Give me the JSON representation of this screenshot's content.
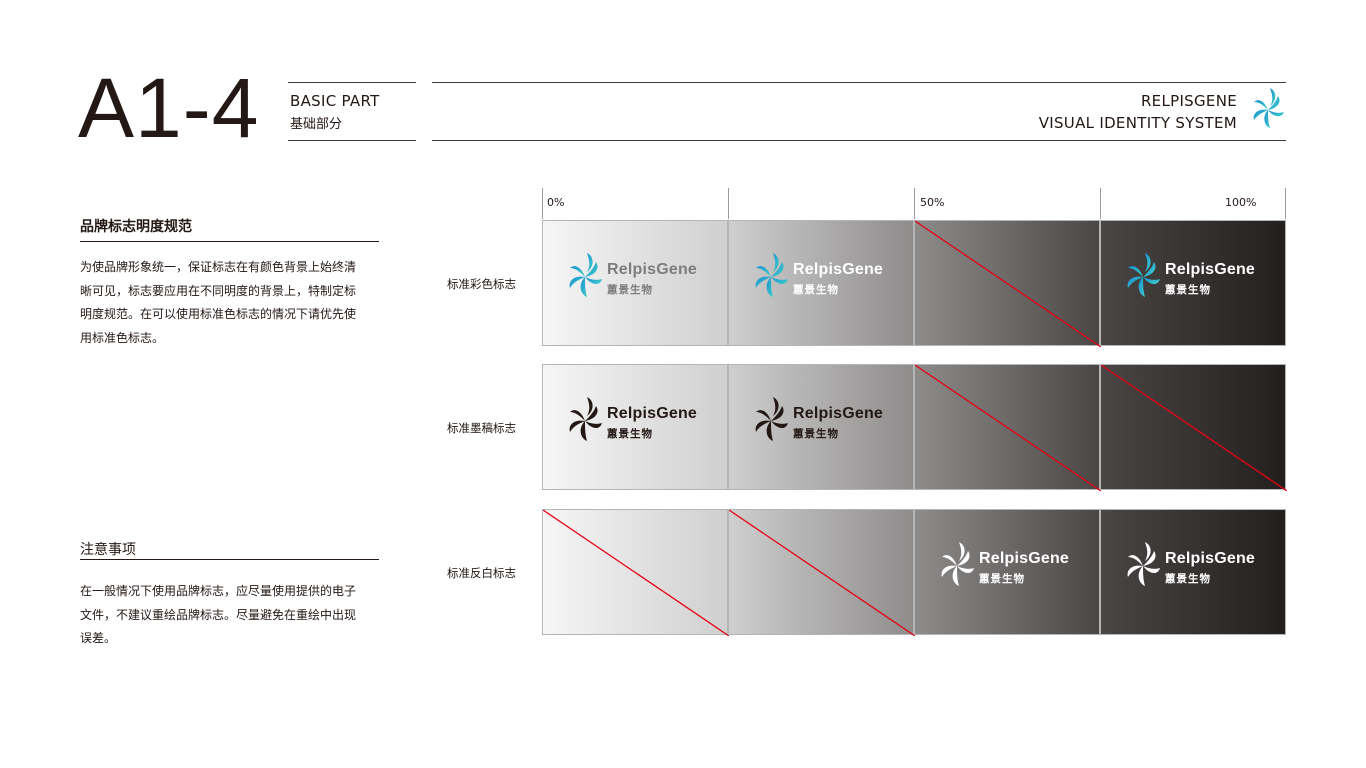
{
  "header": {
    "page_number": "A1-4",
    "section_en": "BASIC PART",
    "section_cn": "基础部分",
    "brand_line1": "RELPISGENE",
    "brand_line2": "VISUAL IDENTITY SYSTEM"
  },
  "sidebar": {
    "section1_title": "品牌标志明度规范",
    "section1_lines": [
      "为使品牌形象统一，保证标志在有颜色背景上始终清",
      "晰可见，标志要应用在不同明度的背景上，特制定标",
      "明度规范。在可以使用标准色标志的情况下请优先使",
      "用标准色标志。"
    ],
    "section2_title": "注意事项",
    "section2_lines": [
      "在一般情况下使用品牌标志，应尽量使用提供的电子",
      "文件，不建议重绘品牌标志。尽量避免在重绘中出现",
      "误差。"
    ]
  },
  "scale": {
    "labels": [
      "0%",
      "50%",
      "100%"
    ]
  },
  "rows": [
    {
      "label": "标准彩色标志",
      "cells": [
        "logo",
        "logo",
        "forbidden",
        "logo"
      ]
    },
    {
      "label": "标准墨稿标志",
      "cells": [
        "logo",
        "logo",
        "forbidden",
        "forbidden"
      ]
    },
    {
      "label": "标准反白标志",
      "cells": [
        "forbidden",
        "forbidden",
        "logo",
        "logo"
      ]
    }
  ],
  "logo": {
    "name_en": "RelpisGene",
    "name_cn": "蕙景生物"
  },
  "colors": {
    "text": "#231815",
    "forbidden_line": "#e60012",
    "logo_gradient_start": "#1b8fd2",
    "logo_gradient_end": "#3fd1c8"
  }
}
